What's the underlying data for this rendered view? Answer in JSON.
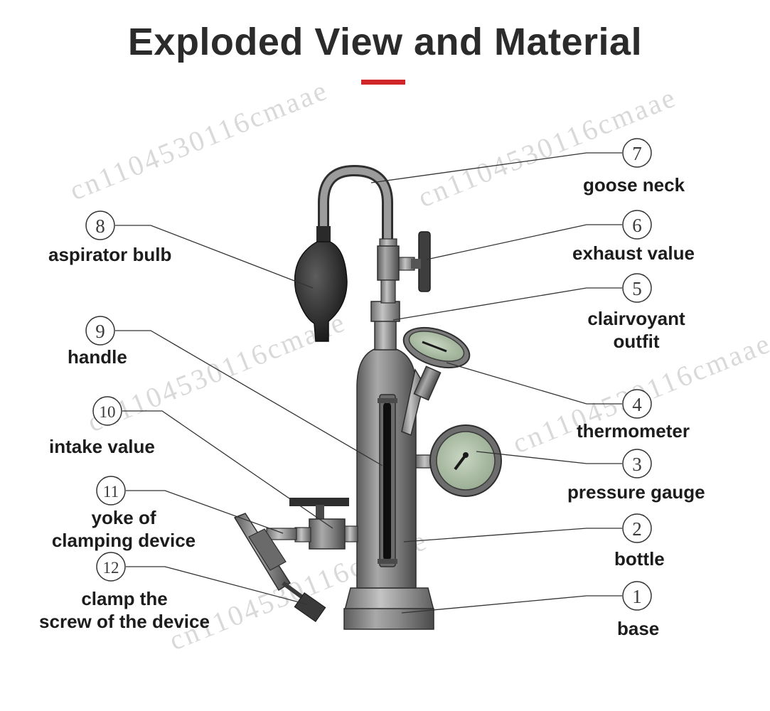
{
  "title": "Exploded View and Material",
  "accent_color": "#d0262a",
  "watermark": "cn1104530116cmaae",
  "parts": [
    {
      "number": "1",
      "label": "base"
    },
    {
      "number": "2",
      "label": "bottle"
    },
    {
      "number": "3",
      "label": "pressure gauge"
    },
    {
      "number": "4",
      "label": "thermometer"
    },
    {
      "number": "5",
      "label_line1": "clairvoyant",
      "label_line2": "outfit"
    },
    {
      "number": "6",
      "label": "exhaust value"
    },
    {
      "number": "7",
      "label": "goose neck"
    },
    {
      "number": "8",
      "label": "aspirator bulb"
    },
    {
      "number": "9",
      "label": "handle"
    },
    {
      "number": "10",
      "label": "intake value"
    },
    {
      "number": "11",
      "label_line1": "yoke of",
      "label_line2": "clamping device"
    },
    {
      "number": "12",
      "label_line1": "clamp the",
      "label_line2": "screw of the device"
    }
  ]
}
